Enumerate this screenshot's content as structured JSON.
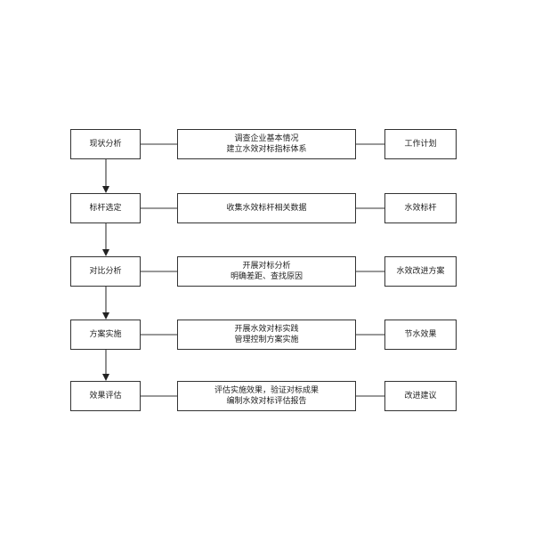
{
  "flow": {
    "rows": [
      {
        "step": "现状分析",
        "detail": [
          "调查企业基本情况",
          "建立水效对标指标体系"
        ],
        "output": "工作计划"
      },
      {
        "step": "标杆选定",
        "detail": [
          "收集水效标杆相关数据"
        ],
        "output": "水效标杆"
      },
      {
        "step": "对比分析",
        "detail": [
          "开展对标分析",
          "明确差距、查找原因"
        ],
        "output": "水效改进方案"
      },
      {
        "step": "方案实施",
        "detail": [
          "开展水效对标实践",
          "管理控制方案实施"
        ],
        "output": "节水效果"
      },
      {
        "step": "效果评估",
        "detail": [
          "评估实施效果，验证对标成果",
          "编制水效对标评估报告"
        ],
        "output": "改进建议"
      }
    ]
  }
}
